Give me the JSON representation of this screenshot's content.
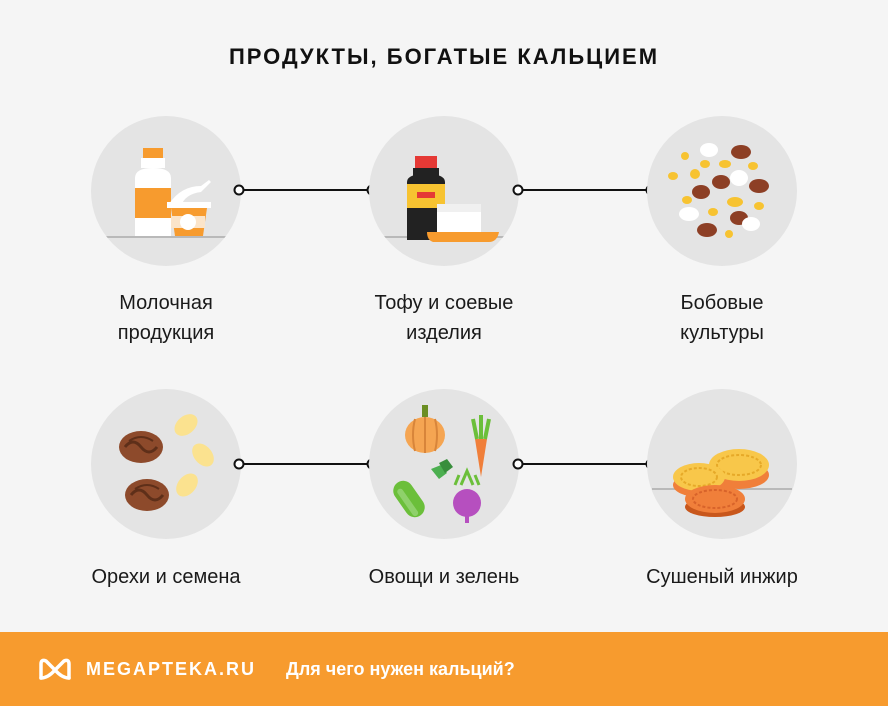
{
  "title": "ПРОДУКТЫ, БОГАТЫЕ КАЛЬЦИЕМ",
  "items": [
    {
      "label_l1": "Молочная",
      "label_l2": "продукция",
      "icon": "dairy-icon"
    },
    {
      "label_l1": "Тофу и соевые",
      "label_l2": "изделия",
      "icon": "tofu-icon"
    },
    {
      "label_l1": "Бобовые",
      "label_l2": "культуры",
      "icon": "beans-icon"
    },
    {
      "label_l1": "Орехи и семена",
      "label_l2": "",
      "icon": "nuts-icon"
    },
    {
      "label_l1": "Овощи и зелень",
      "label_l2": "",
      "icon": "vegetables-icon"
    },
    {
      "label_l1": "Сушеный инжир",
      "label_l2": "",
      "icon": "dried-fig-icon"
    }
  ],
  "footer": {
    "brand": "MEGAPTEKA.RU",
    "link": "Для чего нужен кальций?",
    "background": "#f79b2e",
    "logo_icon": "megapteka-logo-icon"
  },
  "colors": {
    "circle": "#e4e4e4",
    "orange": "#f79b2e"
  }
}
